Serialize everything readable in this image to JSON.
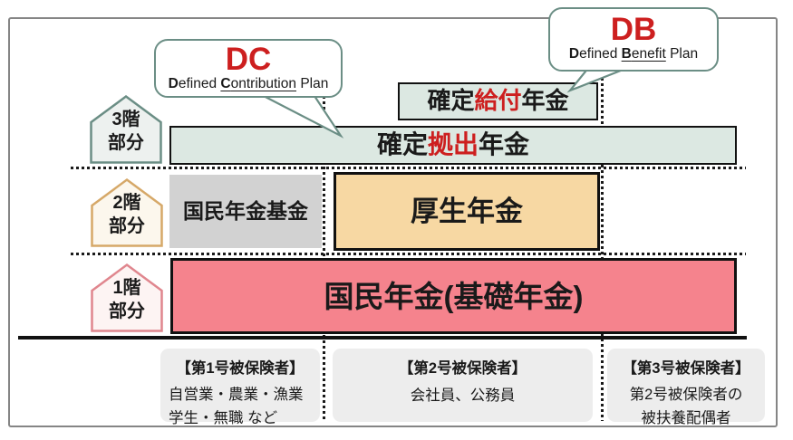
{
  "colors": {
    "accent_red": "#cd1f1f",
    "teal_border": "#6b8e85",
    "frame_border": "#858585",
    "green_fill": "#dce8e2",
    "orange_fill": "#f7d8a3",
    "gray_fill": "#d2d2d2",
    "pink_fill": "#f5838d",
    "label_fill": "#ededed",
    "house3_fill": "#edf1ef",
    "house2_fill": "#fcf7ed",
    "house1_fill": "#fdf4f3",
    "house2_border": "#d6a868",
    "house1_border": "#e0868e"
  },
  "floors": [
    {
      "line1": "3階",
      "line2": "部分"
    },
    {
      "line1": "2階",
      "line2": "部分"
    },
    {
      "line1": "1階",
      "line2": "部分"
    }
  ],
  "boxes": {
    "dc_bar": {
      "prefix": "確定",
      "highlight": "拠出",
      "suffix": "年金"
    },
    "db_box": {
      "prefix": "確定",
      "highlight": "給付",
      "suffix": "年金"
    },
    "kikin_label": "国民年金基金",
    "kosei_label": "厚生年金",
    "kokumin_label": "国民年金(基礎年金)"
  },
  "bubbles": {
    "dc": {
      "acronym": "DC",
      "w1b": "D",
      "w1r": "efined",
      "w2b": "C",
      "w2r": "ontribution",
      "w3": "Plan"
    },
    "db": {
      "acronym": "DB",
      "w1b": "D",
      "w1r": "efined",
      "w2b": "B",
      "w2r": "enefit",
      "w3": "Plan"
    }
  },
  "insured": [
    {
      "title": "【第1号被保険者】",
      "lines": [
        "自営業・農業・漁業",
        "学生・無職 など"
      ]
    },
    {
      "title": "【第2号被保険者】",
      "lines": [
        "会社員、公務員"
      ]
    },
    {
      "title": "【第3号被保険者】",
      "lines": [
        "第2号被保険者の",
        "被扶養配偶者"
      ]
    }
  ]
}
